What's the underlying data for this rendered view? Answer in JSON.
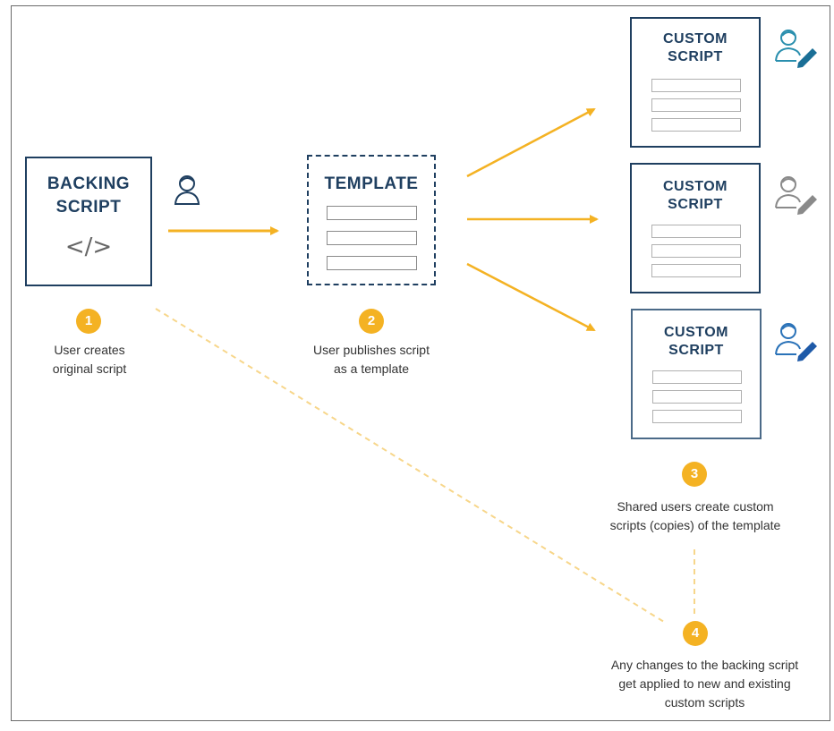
{
  "backing": {
    "title_line1": "BACKING",
    "title_line2": "SCRIPT",
    "code_glyph": "</>"
  },
  "template": {
    "title": "TEMPLATE"
  },
  "customs": [
    {
      "line1": "CUSTOM",
      "line2": "SCRIPT",
      "user_color": "#2a8fae",
      "pencil_color": "#1a6f96"
    },
    {
      "line1": "CUSTOM",
      "line2": "SCRIPT",
      "user_color": "#8a8a8a",
      "pencil_color": "#8a8a8a"
    },
    {
      "line1": "CUSTOM",
      "line2": "SCRIPT",
      "user_color": "#2a72b8",
      "pencil_color": "#1e5aa8"
    }
  ],
  "steps": [
    {
      "num": "1",
      "line1": "User creates",
      "line2": "original script"
    },
    {
      "num": "2",
      "line1": "User publishes script",
      "line2": "as a template"
    },
    {
      "num": "3",
      "line1": "Shared users create custom",
      "line2": "scripts (copies) of the template"
    },
    {
      "num": "4",
      "line1": "Any changes to the backing script",
      "line2": "get applied to new and existing",
      "line3": "custom scripts"
    }
  ],
  "colors": {
    "accent": "#f4b223",
    "box_border": "#1f3f60",
    "title_text": "#1f3f60",
    "user_icon": "#1f3f60"
  },
  "icons": {
    "publisher": "user-icon",
    "editors": "user-edit-icon",
    "code": "code-icon"
  }
}
